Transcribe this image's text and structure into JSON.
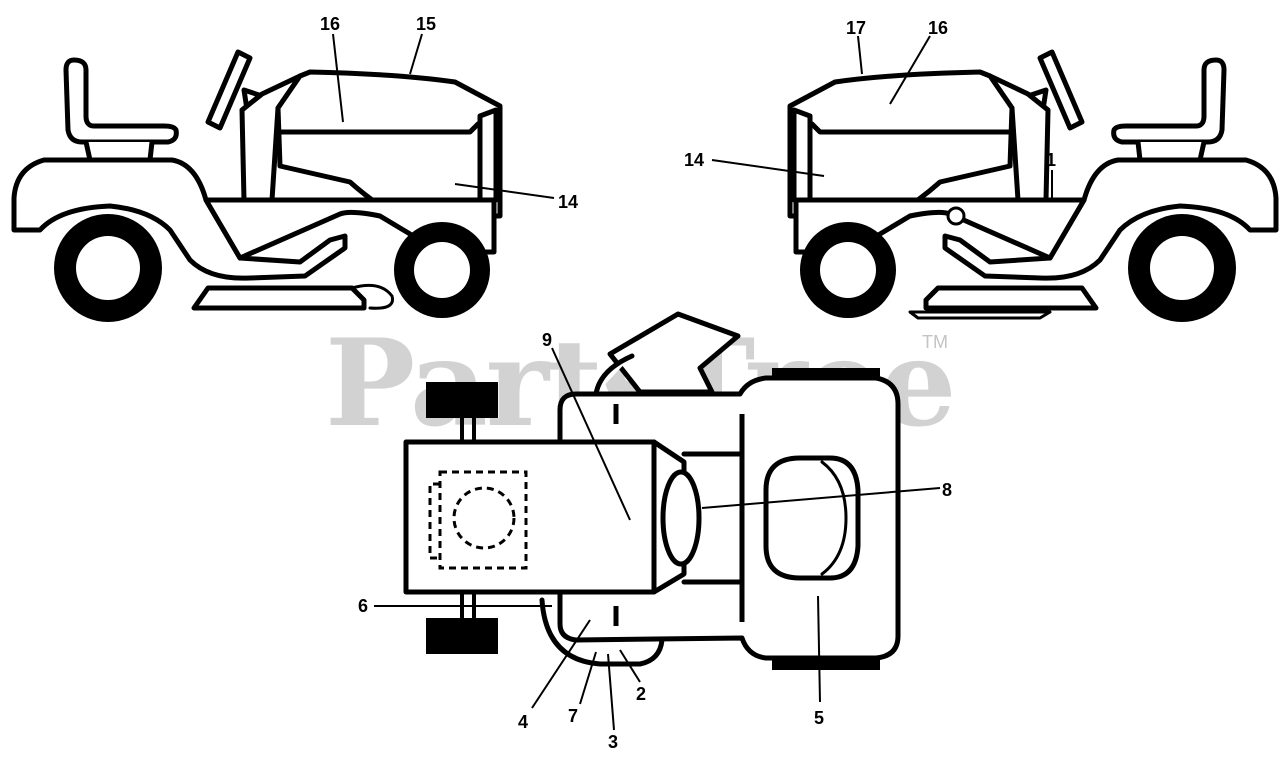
{
  "watermark": {
    "text": "PartsTree",
    "trademark": "TM"
  },
  "callouts": {
    "left_16": "16",
    "left_15": "15",
    "left_14": "14",
    "right_17": "17",
    "right_16": "16",
    "right_14": "14",
    "right_1": "1",
    "top_9": "9",
    "top_8": "8",
    "top_6": "6",
    "top_5": "5",
    "top_4": "4",
    "top_7": "7",
    "top_3": "3",
    "top_2": "2"
  }
}
